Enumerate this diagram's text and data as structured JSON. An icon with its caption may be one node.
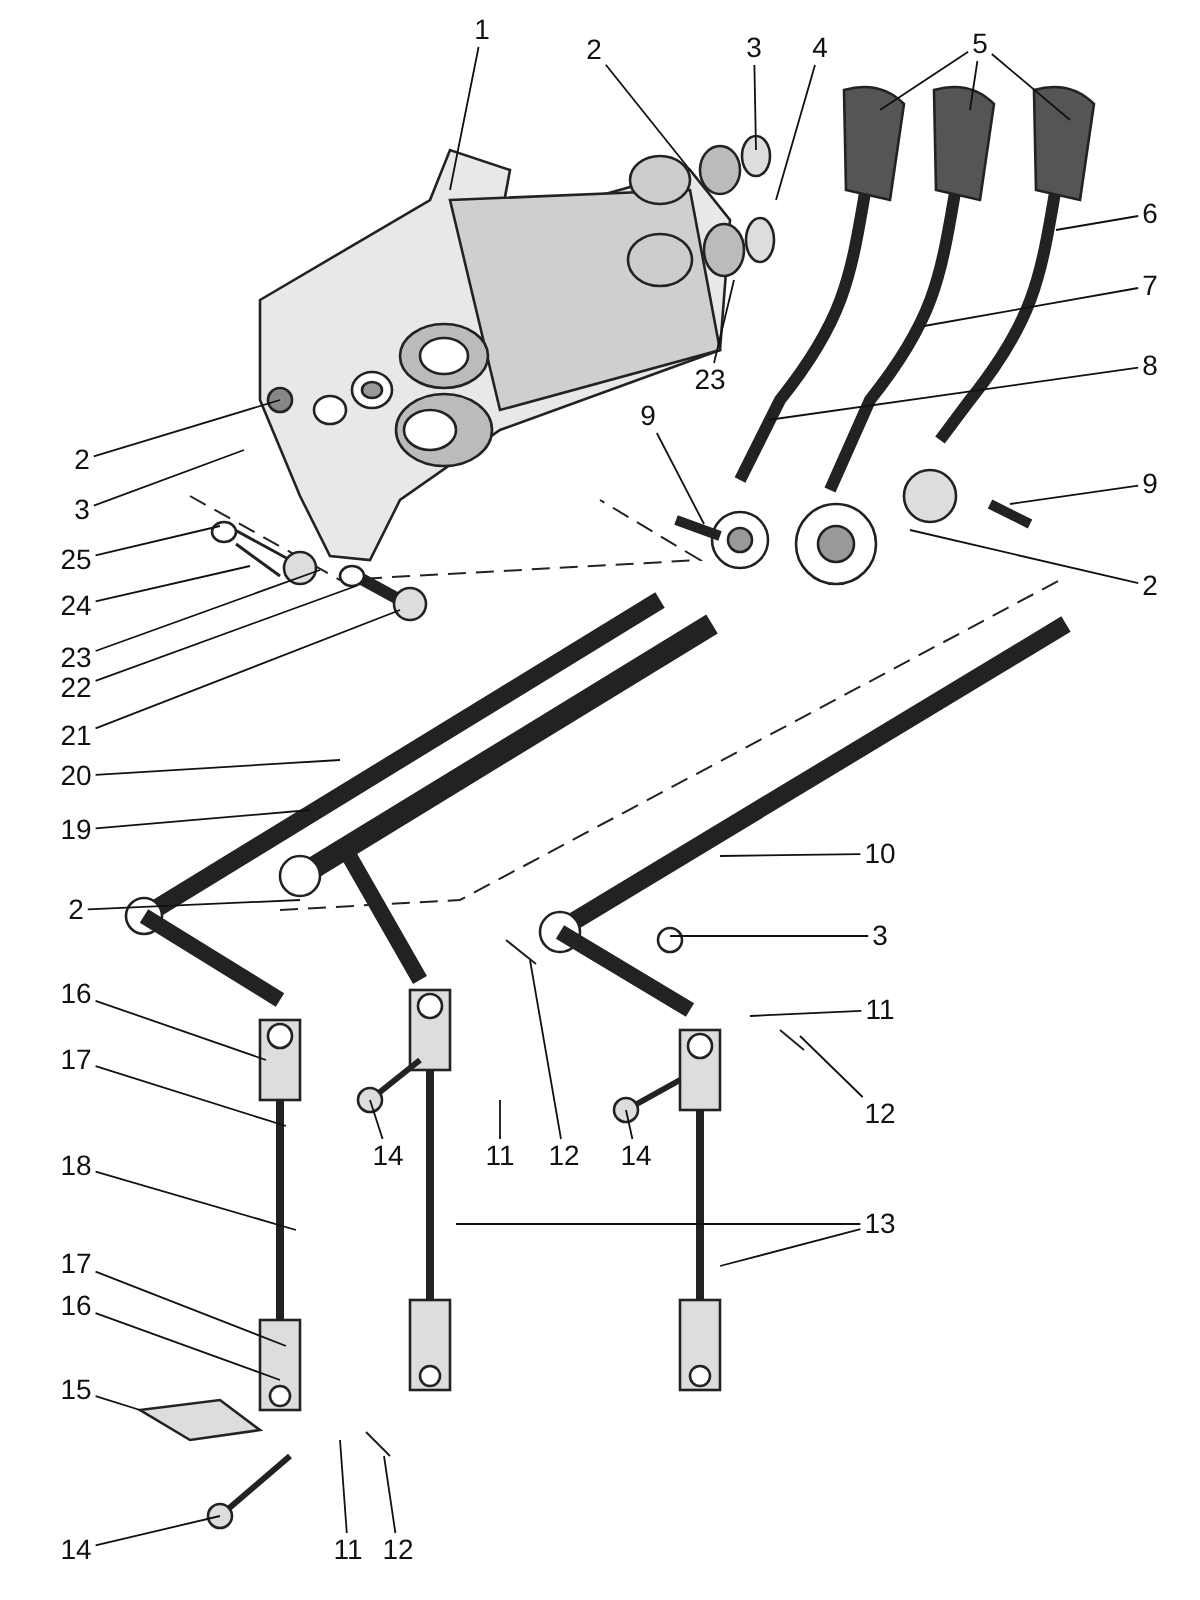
{
  "diagram": {
    "nodes": [
      {
        "text": [
          "1"
        ]
      },
      {
        "text": [
          "2"
        ]
      },
      {
        "text": [
          "3"
        ]
      },
      {
        "text": [
          "4"
        ]
      },
      {
        "text": [
          "5"
        ]
      },
      {
        "text": [
          "6"
        ]
      },
      {
        "text": [
          "7"
        ]
      },
      {
        "text": [
          "8"
        ]
      },
      {
        "text": [
          "9"
        ]
      },
      {
        "text": [
          "9"
        ]
      },
      {
        "text": [
          "2"
        ]
      },
      {
        "text": [
          "23"
        ]
      },
      {
        "text": [
          "2"
        ]
      },
      {
        "text": [
          "3"
        ]
      },
      {
        "text": [
          "25"
        ]
      },
      {
        "text": [
          "24"
        ]
      },
      {
        "text": [
          "23"
        ]
      },
      {
        "text": [
          "22"
        ]
      },
      {
        "text": [
          "21"
        ]
      },
      {
        "text": [
          "20"
        ]
      },
      {
        "text": [
          "19"
        ]
      },
      {
        "text": [
          "2"
        ]
      },
      {
        "text": [
          "10"
        ]
      },
      {
        "text": [
          "3"
        ]
      },
      {
        "text": [
          "11"
        ]
      },
      {
        "text": [
          "12"
        ]
      },
      {
        "text": [
          "16"
        ]
      },
      {
        "text": [
          "17"
        ]
      },
      {
        "text": [
          "18"
        ]
      },
      {
        "text": [
          "17"
        ]
      },
      {
        "text": [
          "16"
        ]
      },
      {
        "text": [
          "15"
        ]
      },
      {
        "text": [
          "14"
        ]
      },
      {
        "text": [
          "11"
        ]
      },
      {
        "text": [
          "12"
        ]
      },
      {
        "text": [
          "14"
        ]
      },
      {
        "text": [
          "11"
        ]
      },
      {
        "text": [
          "12"
        ]
      },
      {
        "text": [
          "13"
        ]
      },
      {
        "text": [
          "14"
        ]
      }
    ],
    "edges": [
      {
        "from": 0,
        "to": null,
        "arrow": "none"
      },
      {
        "from": 1,
        "to": null,
        "arrow": "none"
      },
      {
        "from": 2,
        "to": null,
        "arrow": "none"
      },
      {
        "from": 3,
        "to": null,
        "arrow": "none"
      },
      {
        "from": 4,
        "to": null,
        "arrow": "none"
      },
      {
        "from": 4,
        "to": null,
        "arrow": "none"
      },
      {
        "from": 4,
        "to": null,
        "arrow": "none"
      },
      {
        "from": 5,
        "to": null,
        "arrow": "none"
      },
      {
        "from": 6,
        "to": null,
        "arrow": "none"
      },
      {
        "from": 7,
        "to": null,
        "arrow": "none"
      },
      {
        "from": 8,
        "to": null,
        "arrow": "none"
      },
      {
        "from": 9,
        "to": null,
        "arrow": "none"
      },
      {
        "from": 10,
        "to": null,
        "arrow": "none"
      },
      {
        "from": 11,
        "to": null,
        "arrow": "none"
      },
      {
        "from": 12,
        "to": null,
        "arrow": "none"
      },
      {
        "from": 13,
        "to": null,
        "arrow": "none"
      },
      {
        "from": 14,
        "to": null,
        "arrow": "none"
      },
      {
        "from": 15,
        "to": null,
        "arrow": "none"
      },
      {
        "from": 16,
        "to": null,
        "arrow": "none"
      },
      {
        "from": 17,
        "to": null,
        "arrow": "none"
      },
      {
        "from": 18,
        "to": null,
        "arrow": "none"
      },
      {
        "from": 19,
        "to": null,
        "arrow": "none"
      },
      {
        "from": 20,
        "to": null,
        "arrow": "none"
      },
      {
        "from": 21,
        "to": null,
        "arrow": "none"
      },
      {
        "from": 22,
        "to": null,
        "arrow": "none"
      },
      {
        "from": 23,
        "to": null,
        "arrow": "none"
      },
      {
        "from": 24,
        "to": null,
        "arrow": "none"
      },
      {
        "from": 25,
        "to": null,
        "arrow": "none"
      },
      {
        "from": 26,
        "to": null,
        "arrow": "none"
      },
      {
        "from": 27,
        "to": null,
        "arrow": "none"
      },
      {
        "from": 28,
        "to": null,
        "arrow": "none"
      },
      {
        "from": 29,
        "to": null,
        "arrow": "none"
      },
      {
        "from": 30,
        "to": null,
        "arrow": "none"
      },
      {
        "from": 31,
        "to": null,
        "arrow": "none"
      },
      {
        "from": 32,
        "to": null,
        "arrow": "none"
      },
      {
        "from": 33,
        "to": null,
        "arrow": "none"
      },
      {
        "from": 34,
        "to": null,
        "arrow": "none"
      },
      {
        "from": 35,
        "to": null,
        "arrow": "none"
      },
      {
        "from": 36,
        "to": null,
        "arrow": "none"
      },
      {
        "from": 37,
        "to": null,
        "arrow": "none"
      },
      {
        "from": 38,
        "to": null,
        "arrow": "none"
      },
      {
        "from": 38,
        "to": null,
        "arrow": "none"
      },
      {
        "from": 39,
        "to": null,
        "arrow": "none"
      }
    ]
  }
}
